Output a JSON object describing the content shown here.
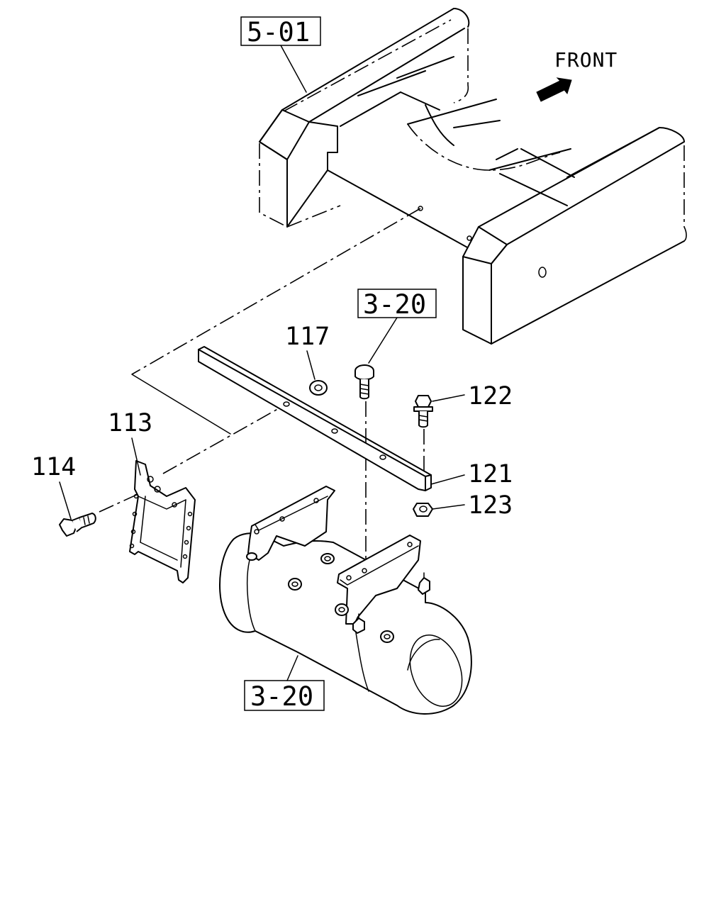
{
  "diagram": {
    "direction_label": "FRONT",
    "reference_boxes": [
      {
        "id": "ref-frame",
        "text": "5-01"
      },
      {
        "id": "ref-top",
        "text": "3-20"
      },
      {
        "id": "ref-bottom",
        "text": "3-20"
      }
    ],
    "part_callouts": [
      {
        "id": "p117",
        "text": "117",
        "part": "washer"
      },
      {
        "id": "p113",
        "text": "113",
        "part": "bracket"
      },
      {
        "id": "p114",
        "text": "114",
        "part": "bolt"
      },
      {
        "id": "p122",
        "text": "122",
        "part": "bolt"
      },
      {
        "id": "p121",
        "text": "121",
        "part": "support bar"
      },
      {
        "id": "p123",
        "text": "123",
        "part": "nut"
      }
    ]
  }
}
